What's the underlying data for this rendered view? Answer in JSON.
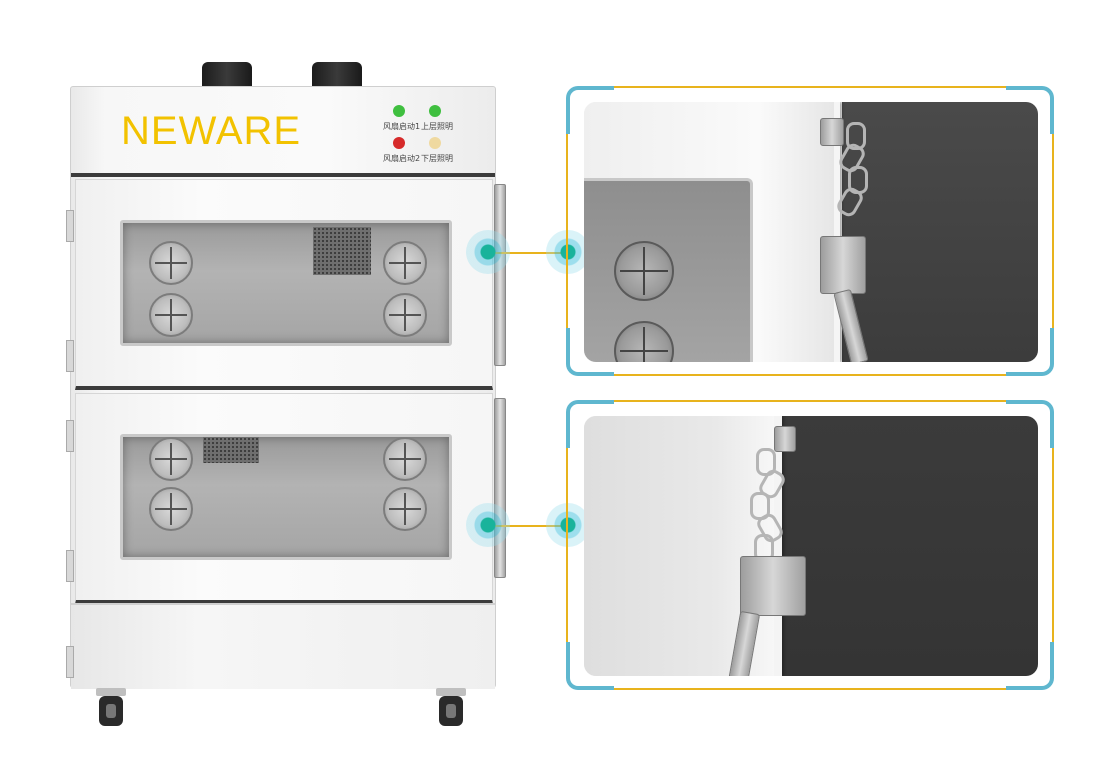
{
  "brand": {
    "logo_text": "NEWARE",
    "logo_color": "#f2c200"
  },
  "indicators": [
    {
      "label": "风扇启动1",
      "color": "#3fbf3f"
    },
    {
      "label": "上层照明",
      "color": "#3fbf3f"
    },
    {
      "label": "风扇启动2",
      "color": "#d62a2a"
    },
    {
      "label": "下层照明",
      "color": "#efd9a0"
    }
  ],
  "colors": {
    "connector": "#e8b31d",
    "frame_corner": "#5fb7cf",
    "hotspot": "#19b39b"
  },
  "hotspots": [
    {
      "name": "upper-door-latch"
    },
    {
      "name": "lower-door-latch"
    }
  ],
  "detail_views": [
    {
      "name": "upper-door-lock-detail"
    },
    {
      "name": "lower-door-lock-detail"
    }
  ]
}
